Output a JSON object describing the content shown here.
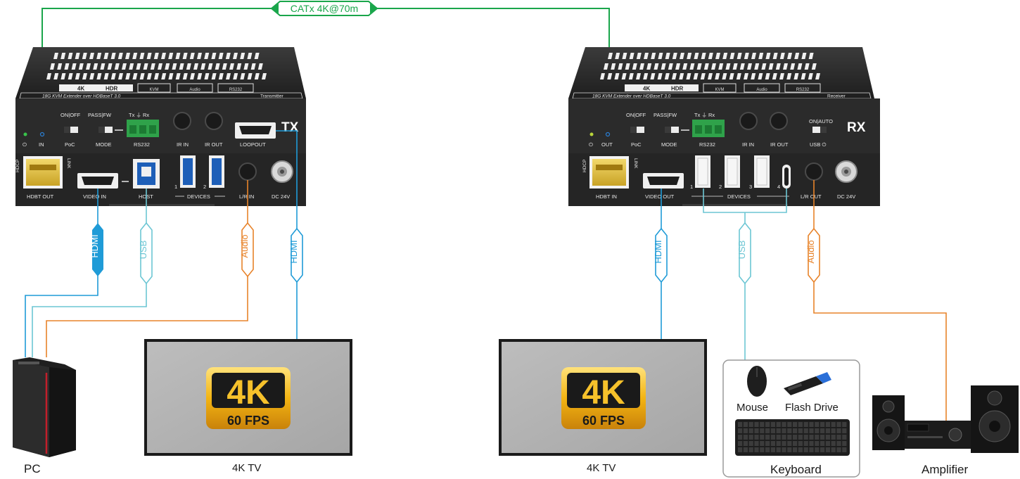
{
  "cable": {
    "label": "CATx 4K@70m",
    "color": "#1aa64b"
  },
  "colors": {
    "hdmi": "#1f9bd7",
    "usb": "#6cc6d4",
    "audio": "#e8832a",
    "cat": "#1aa64b"
  },
  "tx": {
    "tag": "TX",
    "model_text": "18G KVM Extender over HDBaseT 3.0",
    "role_text": "Transmitter",
    "badge_4k": "4K",
    "badge_hdr": "HDR",
    "badge_kvm": "KVM",
    "badge_audio": "Audio",
    "badge_rs232": "RS232",
    "front": {
      "power_icon": "⏻",
      "in_label": "IN",
      "poc_switch_top": "ON|OFF",
      "poc_label": "PoC",
      "mode_switch_top": "PASS|FW",
      "mode_label": "MODE",
      "rs232_top": "Tx ⏚ Rx",
      "rs232_label": "RS232",
      "ir_in": "IR IN",
      "ir_out": "IR OUT",
      "loopout": "LOOPOUT"
    },
    "rear": {
      "hdcp": "HDCP",
      "link": "LINK",
      "hdbt_out": "HDBT OUT",
      "video_in": "VIDEO IN",
      "host": "HOST",
      "port1": "1",
      "port2": "2",
      "devices": "DEVICES",
      "lr_in": "L/R IN",
      "dc": "DC 24V"
    }
  },
  "rx": {
    "tag": "RX",
    "model_text": "18G KVM Extender over HDBaseT 3.0",
    "role_text": "Receiver",
    "badge_4k": "4K",
    "badge_hdr": "HDR",
    "badge_kvm": "KVM",
    "badge_audio": "Audio",
    "badge_rs232": "RS232",
    "front": {
      "power_icon": "⏻",
      "out_label": "OUT",
      "poc_switch_top": "ON|OFF",
      "poc_label": "PoC",
      "mode_switch_top": "PASS|FW",
      "mode_label": "MODE",
      "rs232_top": "Tx ⏚ Rx",
      "rs232_label": "RS232",
      "ir_in": "IR IN",
      "ir_out": "IR OUT",
      "usb_switch_top": "ON|AUTO",
      "usb_label": "USB ⏻"
    },
    "rear": {
      "hdcp": "HDCP",
      "link": "LINK",
      "hdbt_in": "HDBT IN",
      "video_out": "VIDEO OUT",
      "port1": "1",
      "port2": "2",
      "port3": "3",
      "port4": "4",
      "devices": "DEVICES",
      "lr_out": "L/R OUT",
      "dc": "DC 24V"
    }
  },
  "tags": {
    "tx_hdmi_in": "HDMI",
    "tx_usb": "USB",
    "tx_audio": "Audio",
    "tx_hdmi_loop": "HDMI",
    "rx_hdmi": "HDMI",
    "rx_usb": "USB",
    "rx_audio": "Audio"
  },
  "devices": {
    "pc": "PC",
    "tv_left": "4K TV",
    "tv_right": "4K TV",
    "tv_badge_main": "4K",
    "tv_badge_sub": "60 FPS",
    "mouse": "Mouse",
    "flash_drive": "Flash Drive",
    "keyboard": "Keyboard",
    "amplifier": "Amplifier"
  }
}
